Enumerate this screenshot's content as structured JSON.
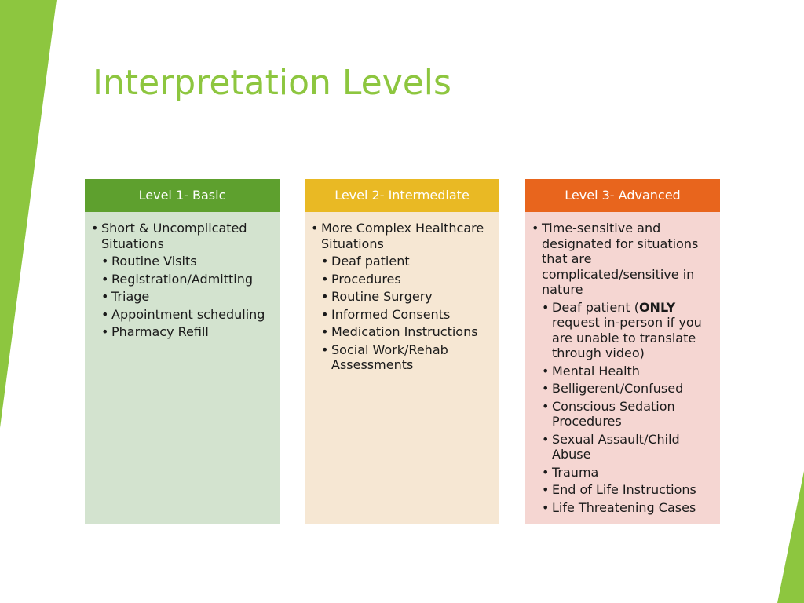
{
  "slide": {
    "title": "Interpretation Levels"
  },
  "colors": {
    "accent_green": "#8dc63f",
    "level1_header": "#5ea02e",
    "level1_body": "#d3e3cf",
    "level2_header": "#e9b924",
    "level2_body": "#f6e7d3",
    "level3_header": "#e8651d",
    "level3_body": "#f5d6d2"
  },
  "columns": [
    {
      "header": "Level 1- Basic",
      "main": "Short & Uncomplicated Situations",
      "items": [
        "Routine Visits",
        "Registration/Admitting",
        "Triage",
        "Appointment scheduling",
        "Pharmacy Refill"
      ]
    },
    {
      "header": "Level 2- Intermediate",
      "main": "More Complex Healthcare Situations",
      "items": [
        "Deaf patient",
        "Procedures",
        "Routine Surgery",
        "Informed Consents",
        "Medication Instructions",
        "Social Work/Rehab Assessments"
      ]
    },
    {
      "header": "Level 3- Advanced",
      "main": "Time-sensitive and designated for situations that are complicated/sensitive in nature",
      "deaf_prefix": "Deaf patient (",
      "deaf_bold": "ONLY",
      "deaf_suffix": " request in-person if you are unable to translate through video)",
      "items": [
        "Mental Health",
        "Belligerent/Confused",
        "Conscious Sedation Procedures",
        "Sexual Assault/Child Abuse",
        "Trauma",
        "End of Life Instructions",
        "Life Threatening Cases"
      ]
    }
  ]
}
